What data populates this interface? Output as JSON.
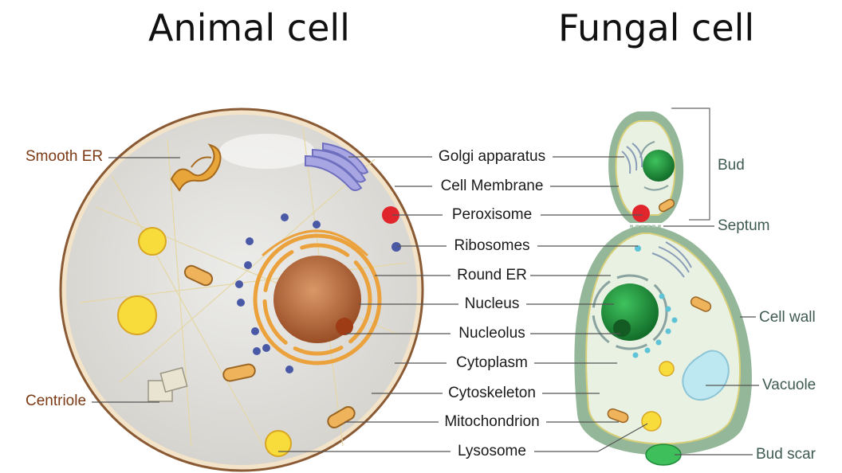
{
  "titles": {
    "animal": "Animal cell",
    "fungal": "Fungal cell"
  },
  "center_labels": [
    "Golgi apparatus",
    "Cell Membrane",
    "Peroxisome",
    "Ribosomes",
    "Round ER",
    "Nucleus",
    "Nucleolus",
    "Cytoplasm",
    "Cytoskeleton",
    "Mitochondrion",
    "Lysosome"
  ],
  "animal_side_labels": {
    "smooth_er": "Smooth ER",
    "centriole": "Centriole"
  },
  "fungal_side_labels": {
    "bud": "Bud",
    "septum": "Septum",
    "cell_wall": "Cell wall",
    "vacuole": "Vacuole",
    "bud_scar": "Bud scar"
  },
  "colors": {
    "left_label": "#7b3a14",
    "right_label": "#3f5a52",
    "nucleus_animal": "#b8673a",
    "nucleus_fungal": "#1f8a3a",
    "peroxisome": "#e0262c",
    "ribosome_animal": "#4a59a6",
    "ribosome_fungal": "#5ec3d6",
    "lysosome": "#f7dc3c",
    "cell_wall": "#94b79a"
  }
}
